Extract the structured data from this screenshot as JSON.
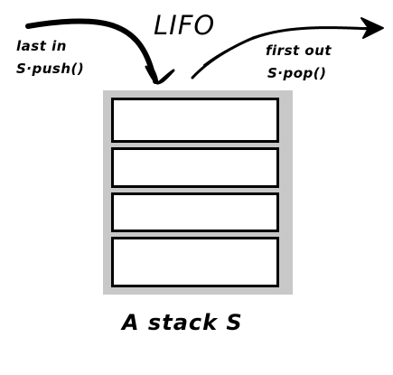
{
  "diagram": {
    "title": "LIFO",
    "push_note": {
      "line1": "last in",
      "line2": "S·push()"
    },
    "pop_note": {
      "line1": "first out",
      "line2": "S·pop()"
    },
    "caption": "A stack S",
    "stack_slot_count": 4,
    "colors": {
      "ink": "#000000",
      "stack_frame": "#c8c8c8",
      "slot_fill": "#ffffff"
    }
  }
}
